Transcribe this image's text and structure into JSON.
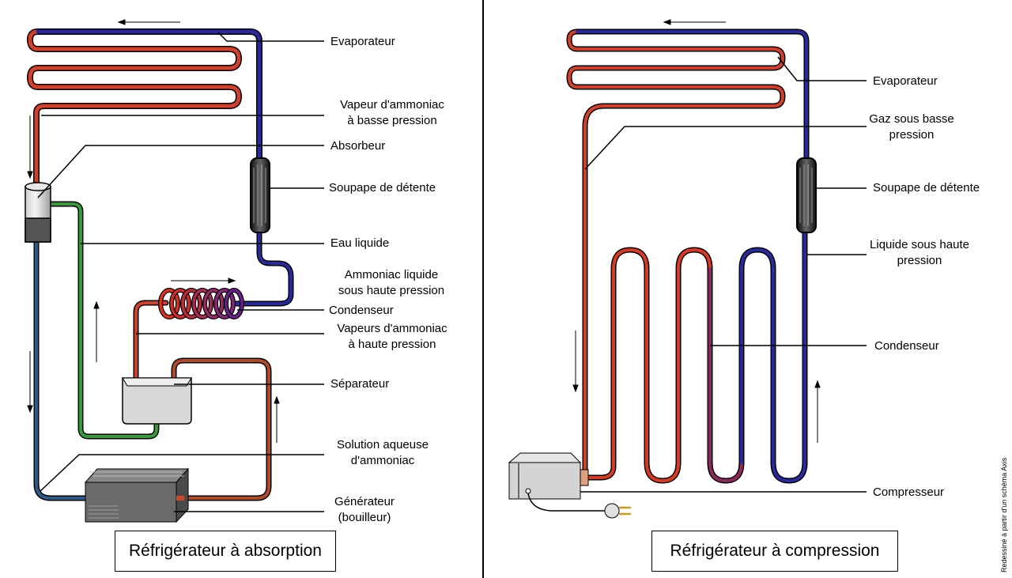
{
  "absorption": {
    "title": "Réfrigérateur à absorption",
    "labels": {
      "evaporateur": "Evaporateur",
      "vapeur_bp_1": "Vapeur d'ammoniac",
      "vapeur_bp_2": "à basse pression",
      "absorbeur": "Absorbeur",
      "soupape": "Soupape de détente",
      "eau": "Eau liquide",
      "ammoniac_liq_1": "Ammoniac liquide",
      "ammoniac_liq_2": "sous haute pression",
      "condenseur": "Condenseur",
      "vapeurs_hp_1": "Vapeurs d'ammoniac",
      "vapeurs_hp_2": "à haute pression",
      "separateur": "Séparateur",
      "solution_1": "Solution aqueuse",
      "solution_2": "d'ammoniac",
      "generateur_1": "Générateur",
      "generateur_2": "(bouilleur)"
    }
  },
  "compression": {
    "title": "Réfrigérateur à compression",
    "labels": {
      "evaporateur": "Evaporateur",
      "gaz_1": "Gaz sous basse",
      "gaz_2": "pression",
      "soupape": "Soupape de détente",
      "liquide_1": "Liquide sous haute",
      "liquide_2": "pression",
      "condenseur": "Condenseur",
      "compresseur": "Compresseur"
    }
  },
  "credit": "Redessiné à partir d'un schéma Axis",
  "colors": {
    "hot": "#e03020",
    "cold": "#1a1a9a",
    "water": "#2e9a2e",
    "mixed": "#6a2060",
    "device": "#d8d8d8",
    "generator": "#6a6a6a"
  }
}
